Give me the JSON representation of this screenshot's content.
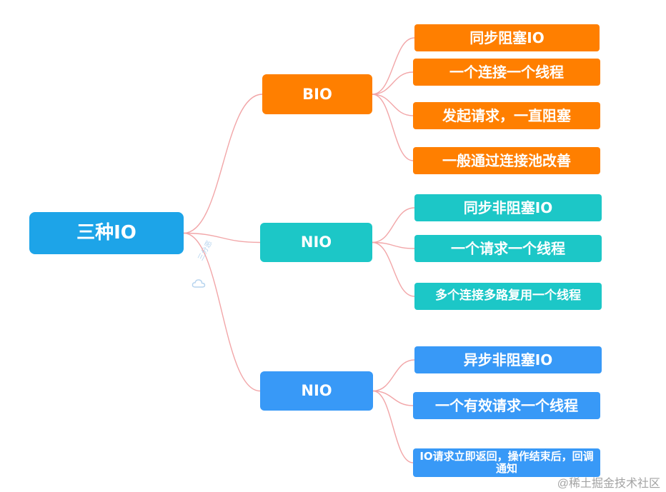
{
  "root": {
    "label": "三种IO",
    "color": "#1da4e8"
  },
  "branches": [
    {
      "label": "BIO",
      "color": "#ff7f00",
      "leaves": [
        "同步阻塞IO",
        "一个连接一个线程",
        "发起请求，一直阻塞",
        "一般通过连接池改善"
      ]
    },
    {
      "label": "NIO",
      "color": "#1cc7c7",
      "leaves": [
        "同步非阻塞IO",
        "一个请求一个线程",
        "多个连接多路复用一个线程"
      ]
    },
    {
      "label": "NIO",
      "color": "#3899f7",
      "leaves": [
        "异步非阻塞IO",
        "一个有效请求一个线程",
        "IO请求立即返回，操作结束后，回调通知"
      ]
    }
  ],
  "link_color": "#f2a6a8",
  "watermark": {
    "author": "三分恶",
    "site": "@稀土掘金技术社区"
  }
}
